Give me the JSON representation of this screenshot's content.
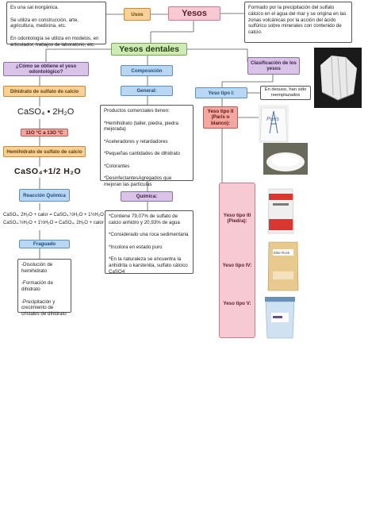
{
  "usos_text": "Es una sal inorgánica.\n\nSe utiliza en construcción, arte, agricultura, medicina, etc.\n\nEn odontología se utiliza en modelos, en articulador, trabajos de laboratorio, etc.",
  "usos_label": "Usos",
  "title": "Yesos",
  "origin_text": "Formado por la precipitación del sulfato cálcico en el agua del mar y se origina en las zonas volcánicas por la acción del ácido sulfúrico sobre minerales con contenido de calcio.",
  "main_title": "Yesos dentales",
  "left_branch": {
    "question": "¿Cómo se obtiene el yeso odontológico?",
    "dihydrate": "Dihidrato de sulfato de calcio",
    "formula_big": "CaSO₄  • 2H₂O",
    "temperature": "11O °C a 13O °C",
    "hemihydrate": "Hemihidrato de sulfato de calcio",
    "formula_red": "CaSO₄+1/2 H₂O",
    "reaction_label": "Reacción Química",
    "reaction_line1": "CaSO₄. 2H₂O + calor = CaSO₄.½H₂O + 1½H₂O",
    "reaction_line2": "CaSO₄.½H₂O + 1½H₂O = CaSO₄. 2H₂O + calor",
    "fraguado_label": "Fraguado",
    "fraguado_text": "-Disolución de hemihidrato\n\n-Formación de dihidrato\n\n-Precipitación y crecimiento de cristales de dihidrato"
  },
  "middle_branch": {
    "composition_label": "Composición",
    "general_label": "General:",
    "general_text": "Productos comerciales tienen:\n\n*Hemihidrato (taller, piedra, piedra mejorada)\n\n*Aceleradores y retardadores\n\n*Pequeñas cantidades de dihidrato\n\n*Colorantes\n\n*DesinfectantesAgregados que mejoran las partículas",
    "chemical_label": "Química:",
    "chemical_text": "*Contiene 79,07% de sulfato de calcio anhidro y 20,93% de agua\n\n*Considerado una roca sedimentaria\n\n*Incolora en estado puro\n\n*En la naturaleza se encuentra la anhidrita o karstenita, sulfato cálcico CaSO4"
  },
  "right_branch": {
    "classification_label": "Clasificación de los yesos",
    "type1_label": "Yeso tipo I:",
    "type1_note": "En desuso, han sido reemplazados",
    "type2_label": "Yeso tipo II (Paris o blanco):",
    "type3_label": "Yeso tipo III (Piedra):",
    "type4_label": "Yeso tipo IV:",
    "type5_label": "Yeso tipo V:",
    "paris_bag_text": "Paris",
    "stone_bag_text": "Elite Rock"
  },
  "colors": {
    "lavender": "#d9c3e6",
    "blue": "#b9d7f2",
    "orange": "#f6d19a",
    "pink": "#f7c9d3",
    "green": "#cfe9b8",
    "salmon": "#f4a7a0",
    "accent_red": "#d13b28"
  }
}
